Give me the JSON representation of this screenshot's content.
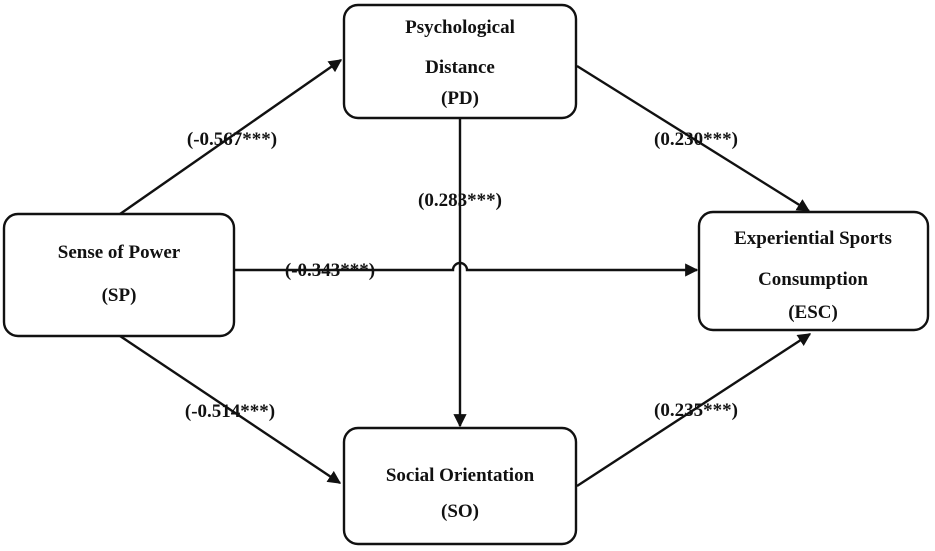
{
  "nodes": {
    "pd": {
      "line1": "Psychological",
      "line2": "Distance",
      "abbr": "(PD)"
    },
    "sp": {
      "line1": "Sense of Power",
      "abbr": "(SP)"
    },
    "esc": {
      "line1": "Experiential Sports",
      "line2": "Consumption",
      "abbr": "(ESC)"
    },
    "so": {
      "line1": "Social Orientation",
      "abbr": "(SO)"
    }
  },
  "edges": {
    "sp_pd": "(-0.567***)",
    "pd_esc": "(0.230***)",
    "pd_so": "(0.283***)",
    "sp_esc": "(-0.343***)",
    "sp_so": "(-0.514***)",
    "so_esc": "(0.235***)"
  },
  "colors": {
    "stroke": "#111111",
    "background": "#ffffff"
  }
}
